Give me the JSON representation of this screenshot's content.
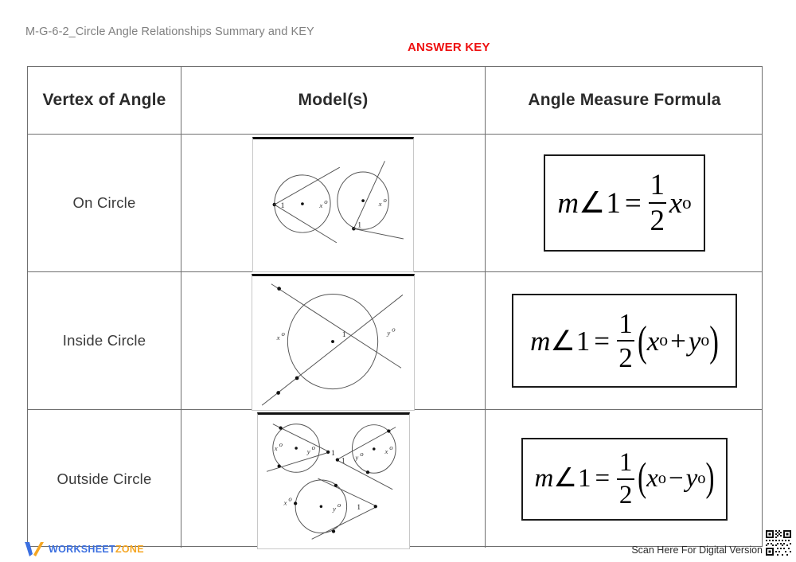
{
  "header": {
    "doc_title": "M-G-6-2_Circle Angle Relationships Summary and KEY",
    "answer_key_badge": "ANSWER KEY"
  },
  "table": {
    "columns": [
      "Vertex of Angle",
      "Model(s)",
      "Angle Measure Formula"
    ],
    "rows": [
      {
        "vertex": "On Circle",
        "model": {
          "description": "Two circles: an inscribed angle with vertex on the circle, and a tangent-chord angle with vertex on the circle",
          "labels": [
            "1",
            "x°",
            "1",
            "x°"
          ]
        },
        "formula": {
          "lhs": "m∠1",
          "coefficient_numerator": "1",
          "coefficient_denominator": "2",
          "expression": "x°",
          "plain": "m∠1 = 1/2 x°"
        }
      },
      {
        "vertex": "Inside Circle",
        "model": {
          "description": "Two secants intersecting inside a circle forming angle 1, intercepting arcs x° and y°",
          "labels": [
            "x°",
            "1",
            "y°"
          ]
        },
        "formula": {
          "lhs": "m∠1",
          "coefficient_numerator": "1",
          "coefficient_denominator": "2",
          "expression": "(x° + y°)",
          "plain": "m∠1 = 1/2 (x° + y°)"
        }
      },
      {
        "vertex": "Outside Circle",
        "model": {
          "description": "Three circles: two secants, a secant and a tangent, and two tangents meeting outside the circle at angle 1",
          "labels": [
            "x°",
            "y°",
            "1",
            "y°",
            "x°",
            "1",
            "x°",
            "y°",
            "1"
          ]
        },
        "formula": {
          "lhs": "m∠1",
          "coefficient_numerator": "1",
          "coefficient_denominator": "2",
          "expression": "(x° − y°)",
          "plain": "m∠1 = 1/2 (x° − y°)"
        }
      }
    ]
  },
  "footer": {
    "logo_word_1": "WORKSHEET",
    "logo_word_2": "ZONE",
    "scan_text": "Scan Here For Digital Version",
    "qr_alt": "qr-code"
  },
  "colors": {
    "answer_key_red": "#ee1111",
    "title_gray": "#808080",
    "border_gray": "#6f6f6f",
    "logo_blue": "#3b6fe0",
    "logo_orange": "#f5a623"
  }
}
